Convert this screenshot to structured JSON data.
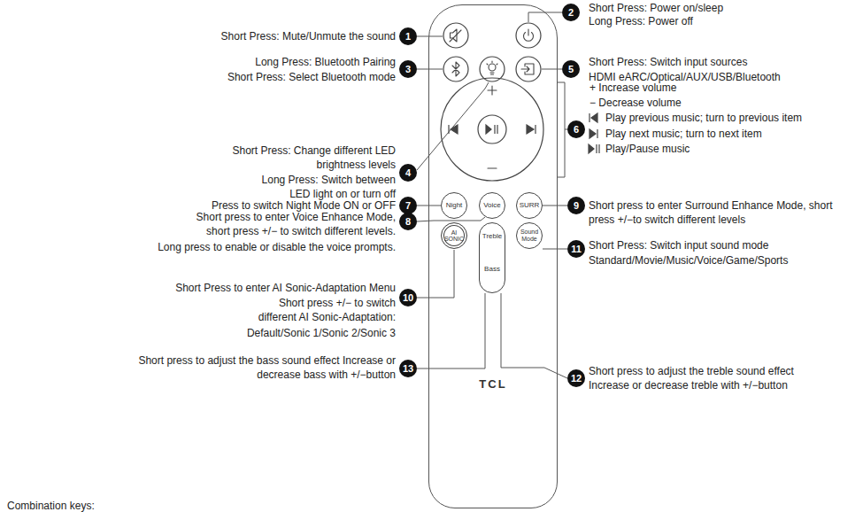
{
  "diagram": {
    "nodes": [
      {
        "text": [
          "TCL"
        ]
      },
      {
        "text": [
          "Night"
        ],
        "in": 0
      },
      {
        "text": [
          "Voice"
        ],
        "in": 0
      },
      {
        "text": [
          "SURR"
        ],
        "in": 0
      },
      {
        "text": [
          "AI SONIC"
        ],
        "in": 0
      },
      {
        "text": [
          "Treble",
          "Bass"
        ],
        "in": 0
      },
      {
        "text": [
          "Sound Mode"
        ],
        "in": 0
      }
    ],
    "labels": [
      "2",
      "Short Press: Power on/sleep",
      "Long Press: Power off",
      "1",
      "Short Press: Mute/Unmute the sound",
      "3",
      "Long Press: Bluetooth Pairing",
      "Short Press: Select Bluetooth mode",
      "5",
      "Short Press: Switch input sources",
      "HDMI eARC/Optical/AUX/USB/Bluetooth",
      "6",
      "+ Increase volume",
      "− Decrease volume",
      "Play previous music; turn to previous item",
      "Play next music; turn to next item",
      "Play/Pause music",
      "4",
      "Short Press: Change different LED brightness levels",
      "Long Press: Switch between LED light on or turn off",
      "7",
      "Press to switch Night Mode ON or OFF",
      "9",
      "Short press to enter Surround Enhance Mode, short press +/−to switch different levels",
      "8",
      "Short press to enter Voice Enhance Mode, short press +/− to switch different levels.",
      "Long press to enable or disable the voice prompts.",
      "11",
      "Short Press: Switch input sound mode",
      "Standard/Movie/Music/Voice/Game/Sports",
      "10",
      "Short Press to enter AI Sonic-Adaptation Menu",
      "Short press +/− to switch different AI Sonic-Adaptation:",
      "Default/Sonic 1/Sonic 2/Sonic 3",
      "13",
      "Short press to adjust the bass sound effect Increase or decrease bass with +/−button",
      "12",
      "Short press to adjust the treble sound effect Increase or decrease treble with +/−button",
      "Combination keys:"
    ]
  }
}
